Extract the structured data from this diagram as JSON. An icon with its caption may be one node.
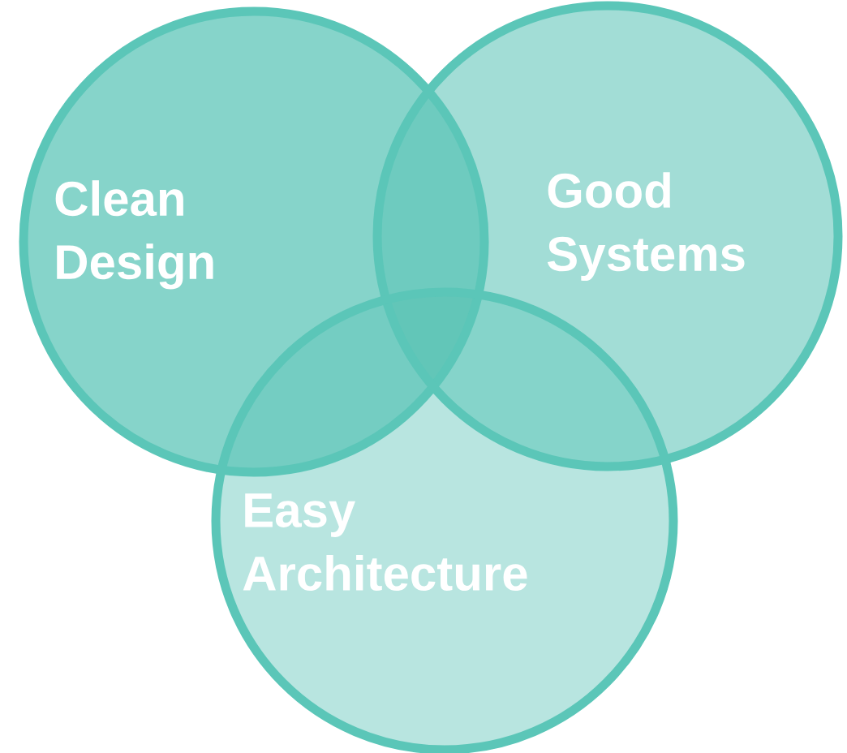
{
  "diagram": {
    "nodes": [
      {
        "text": [
          "Clean Design"
        ]
      },
      {
        "text": [
          "Good Systems"
        ]
      },
      {
        "text": [
          "Easy Architecture"
        ]
      }
    ]
  }
}
